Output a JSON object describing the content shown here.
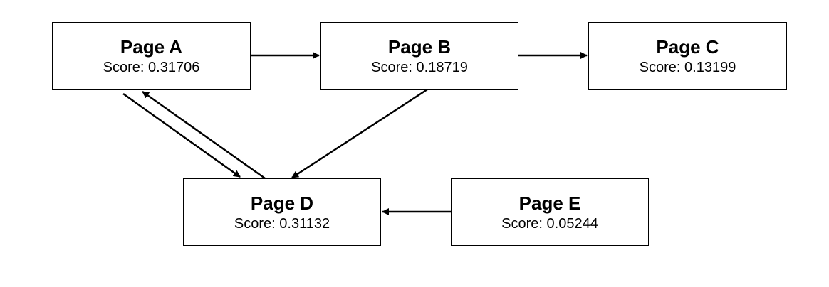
{
  "nodes": {
    "a": {
      "title": "Page A",
      "score": "Score: 0.31706"
    },
    "b": {
      "title": "Page B",
      "score": "Score: 0.18719"
    },
    "c": {
      "title": "Page C",
      "score": "Score: 0.13199"
    },
    "d": {
      "title": "Page D",
      "score": "Score: 0.31132"
    },
    "e": {
      "title": "Page E",
      "score": "Score: 0.05244"
    }
  },
  "edges": [
    {
      "from": "Page A",
      "to": "Page B"
    },
    {
      "from": "Page B",
      "to": "Page C"
    },
    {
      "from": "Page A",
      "to": "Page D"
    },
    {
      "from": "Page D",
      "to": "Page A"
    },
    {
      "from": "Page B",
      "to": "Page D"
    },
    {
      "from": "Page E",
      "to": "Page D"
    }
  ],
  "colors": {
    "stroke": "#000000",
    "background": "#ffffff"
  }
}
